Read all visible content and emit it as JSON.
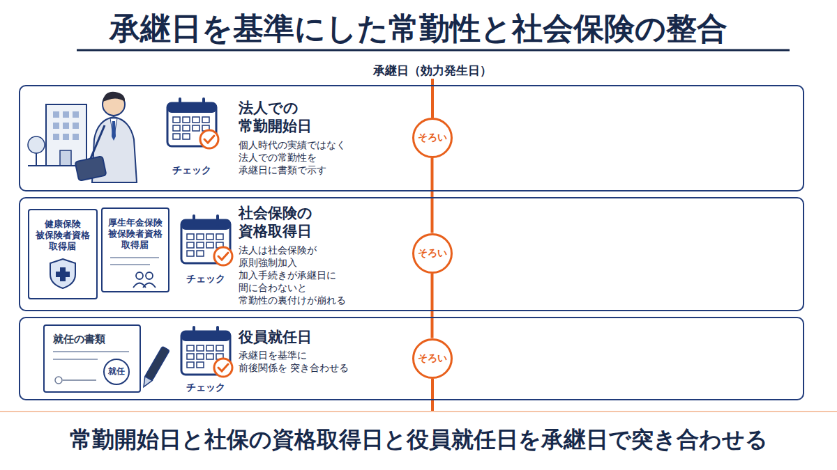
{
  "diagram": {
    "title": "承継日を基準にした常勤性と社会保険の整合",
    "caption": "常勤開始日と社保の資格取得日と役員就任日を承継日で突き合わせる",
    "nodes": [
      {
        "text": [
          "法人での 常勤開始日",
          "個人時代の実績ではなく 法人での常勤性を 承継日に書類で示す"
        ]
      },
      {
        "text": [
          "そろい"
        ],
        "in": 0
      },
      {
        "text": [
          "社会保険の 資格取得日",
          "法人は社会保険が 原則強制加入 加入手続きが承継日に 間に合わないと 常勤性の裏付けが崩れる"
        ]
      },
      {
        "text": [
          "健康保険 被保険者資格 取得届"
        ],
        "in": 2
      },
      {
        "text": [
          "厚生年金保険 被保険者資格 取得届"
        ],
        "in": 2
      },
      {
        "text": [
          "そろい"
        ],
        "in": 2
      },
      {
        "text": [
          "役員就任日",
          "承継日を基準に 前後関係を 突き合わせる"
        ]
      },
      {
        "text": [
          "就任の書類"
        ],
        "in": 6
      },
      {
        "text": [
          "就任"
        ],
        "in": 7
      },
      {
        "text": [
          "そろい"
        ],
        "in": 6
      }
    ],
    "edges": [
      {
        "from": 1,
        "to": 5,
        "arrow": "none"
      },
      {
        "from": 5,
        "to": 9,
        "arrow": "none"
      }
    ],
    "labels": [
      "承継日（効力発生日）",
      "チェック",
      "チェック",
      "チェック"
    ]
  }
}
